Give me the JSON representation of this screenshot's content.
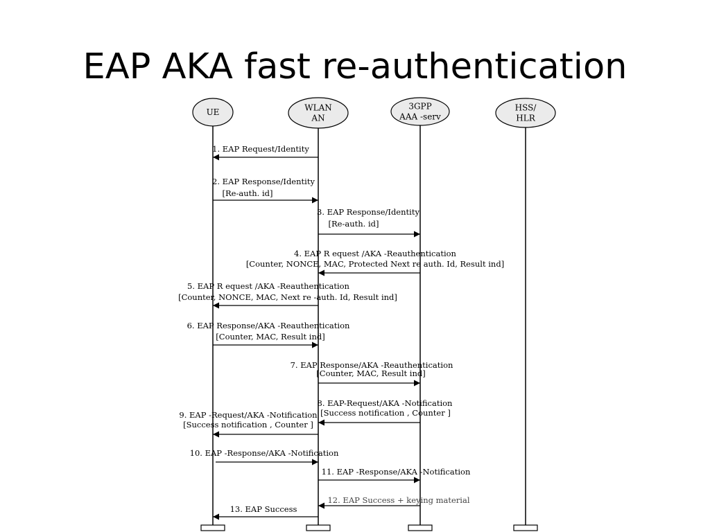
{
  "title": "EAP AKA fast re-authentication",
  "actors": [
    {
      "id": "ue",
      "lines": [
        "UE"
      ]
    },
    {
      "id": "wlan",
      "lines": [
        "WLAN",
        "AN"
      ]
    },
    {
      "id": "aaa",
      "lines": [
        "3GPP",
        "AAA -serv"
      ]
    },
    {
      "id": "hss",
      "lines": [
        "HSS/",
        "HLR"
      ]
    }
  ],
  "messages": [
    {
      "id": "m1",
      "from": "wlan",
      "to": "ue",
      "lines": [
        "1. EAP Request/Identity"
      ]
    },
    {
      "id": "m2",
      "from": "ue",
      "to": "wlan",
      "lines": [
        "2. EAP Response/Identity",
        "[Re-auth. id]"
      ]
    },
    {
      "id": "m3",
      "from": "wlan",
      "to": "aaa",
      "lines": [
        "3. EAP Response/Identity",
        "[Re-auth. id]"
      ]
    },
    {
      "id": "m4",
      "from": "aaa",
      "to": "wlan",
      "lines": [
        "4. EAP R  equest /AKA -Reauthentication",
        "[Counter, NONCE, MAC, Protected Next re auth. Id, Result  ind]"
      ]
    },
    {
      "id": "m5",
      "from": "wlan",
      "to": "ue",
      "lines": [
        "5. EAP R  equest /AKA -Reauthentication",
        "[Counter, NONCE, MAC, Next re    -auth. Id, Result  ind]"
      ]
    },
    {
      "id": "m6",
      "from": "ue",
      "to": "wlan",
      "lines": [
        "6. EAP Response/AKA   -Reauthentication",
        "[Counter, MAC, Result   ind]"
      ]
    },
    {
      "id": "m7",
      "from": "wlan",
      "to": "aaa",
      "lines": [
        "7. EAP Response/AKA   -Reauthentication",
        "[Counter, MAC, Result   ind]"
      ]
    },
    {
      "id": "m8",
      "from": "aaa",
      "to": "wlan",
      "lines": [
        "8. EAP-Request/AKA  -Notification",
        "[Success notification  , Counter ]"
      ]
    },
    {
      "id": "m9",
      "from": "wlan",
      "to": "ue",
      "lines": [
        "9. EAP -Request/AKA  -Notification",
        "[Success notification  , Counter ]"
      ]
    },
    {
      "id": "m10",
      "from": "ue",
      "to": "wlan",
      "lines": [
        "10. EAP -Response/AKA  -Notification"
      ]
    },
    {
      "id": "m11",
      "from": "wlan",
      "to": "aaa",
      "lines": [
        "11. EAP -Response/AKA  -Notification"
      ]
    },
    {
      "id": "m12",
      "from": "aaa",
      "to": "wlan",
      "lines": [
        "12. EAP Success + keying material"
      ]
    },
    {
      "id": "m13",
      "from": "wlan",
      "to": "ue",
      "lines": [
        "13. EAP Success"
      ]
    }
  ]
}
